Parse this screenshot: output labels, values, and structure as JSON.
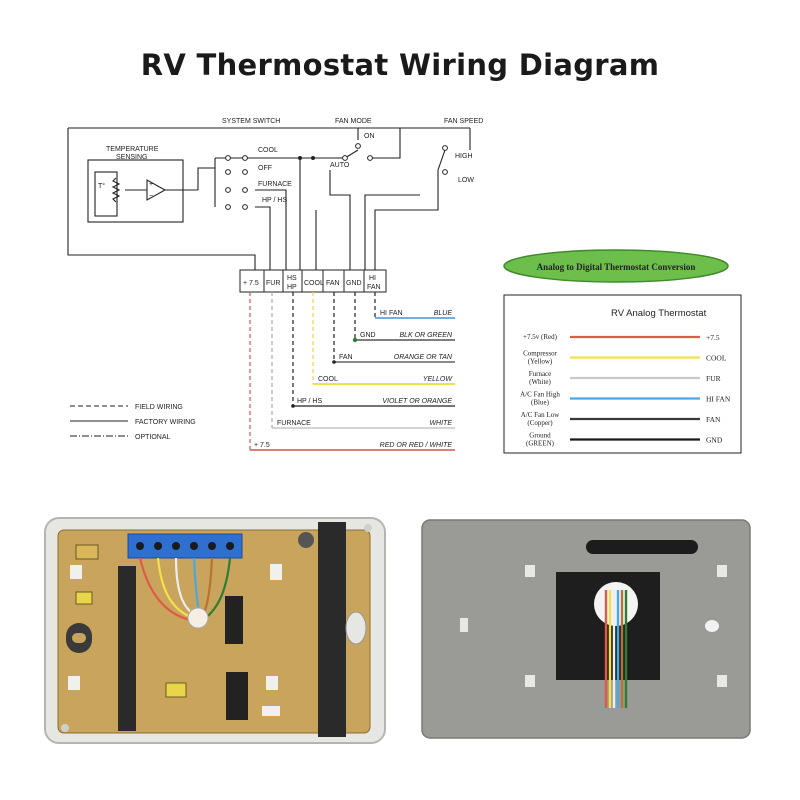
{
  "title": "RV Thermostat Wiring Diagram",
  "schematic": {
    "system_switch": "SYSTEM SWITCH",
    "fan_mode": "FAN MODE",
    "fan_speed": "FAN SPEED",
    "temp_sensing_line1": "TEMPERATURE",
    "temp_sensing_line2": "SENSING",
    "sensor_symbol": "T°",
    "amp_plus": "+",
    "amp_minus": "−",
    "sw_cool": "COOL",
    "sw_off": "OFF",
    "sw_furnace": "FURNACE",
    "sw_hphs": "HP / HS",
    "fan_on": "ON",
    "fan_auto": "AUTO",
    "speed_high": "HIGH",
    "speed_low": "LOW",
    "terminals": {
      "t75": "+ 7.5",
      "fur": "FUR",
      "hs_1": "HS",
      "hs_2": "HP",
      "cool": "COOL",
      "fan": "FAN",
      "gnd": "GND",
      "hi_1": "HI",
      "hi_2": "FAN"
    },
    "wires": [
      {
        "label": "HI   FAN",
        "color_text": "BLUE",
        "color": "#4a90d9"
      },
      {
        "label": "GND",
        "color_text": "BLK OR GREEN",
        "color": "#2e7d32"
      },
      {
        "label": "FAN",
        "color_text": "ORANGE OR TAN",
        "color": "#555555"
      },
      {
        "label": "COOL",
        "color_text": "YELLOW",
        "color": "#f2e24a"
      },
      {
        "label": "HP / HS",
        "color_text": "VIOLET OR ORANGE",
        "color": "#333333"
      },
      {
        "label": "FURNACE",
        "color_text": "WHITE",
        "color": "#bbbbbb"
      },
      {
        "label": "+ 7.5",
        "color_text": "RED OR RED / WHITE",
        "color": "#d9534f"
      }
    ],
    "legend": {
      "field": "FIELD WIRING",
      "factory": "FACTORY WIRING",
      "optional": "OPTIONAL"
    }
  },
  "conversion_badge": "Analog to Digital Thermostat Conversion",
  "analog_table": {
    "title": "RV Analog Thermostat",
    "rows": [
      {
        "left": "+7.5v (Red)",
        "left2": "",
        "right": "+7.5",
        "color": "#e05a4a"
      },
      {
        "left": "Compressor",
        "left2": "(Yellow)",
        "right": "COOL",
        "color": "#f5e04a"
      },
      {
        "left": "Furnace",
        "left2": "(White)",
        "right": "FUR",
        "color": "#c8c8c8"
      },
      {
        "left": "A/C Fan High",
        "left2": "(Blue)",
        "right": "HI FAN",
        "color": "#4aa8e0"
      },
      {
        "left": "A/C Fan Low",
        "left2": "(Copper)",
        "right": "FAN",
        "color": "#3a3a3a"
      },
      {
        "left": "Ground",
        "left2": "(GREEN)",
        "right": "GND",
        "color": "#1a1a1a"
      }
    ]
  },
  "colors": {
    "board": "#c9a45c",
    "terminal_block": "#2f6fd0",
    "plate": "#9a9a96",
    "badge_green": "#6cbf4a"
  }
}
